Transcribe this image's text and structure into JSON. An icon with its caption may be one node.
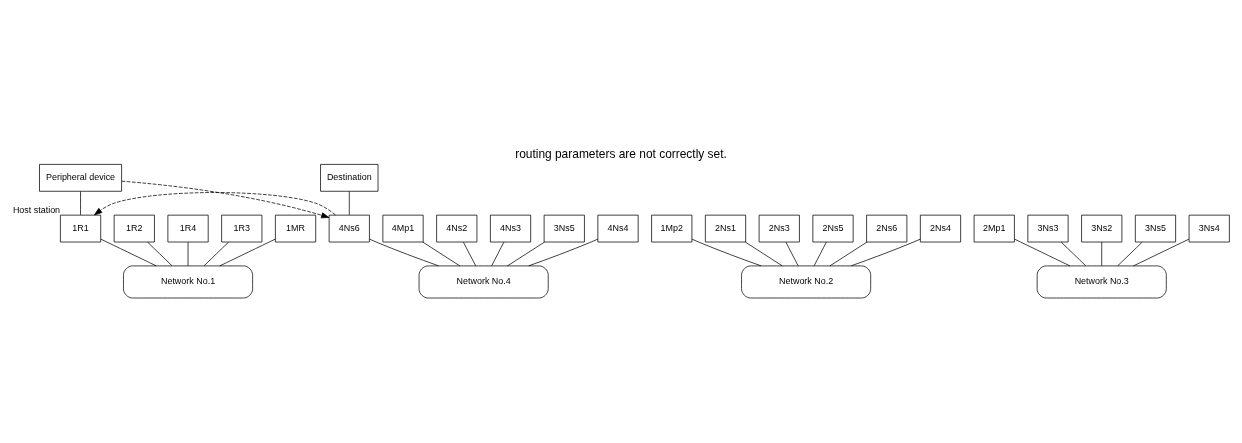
{
  "diagram": {
    "title": "routing parameters are not correctly set.",
    "nodes": [
      {
        "text": [
          "Peripheral device"
        ]
      },
      {
        "text": [
          "1R1"
        ],
        "beside": [
          "Host station"
        ]
      },
      {
        "text": [
          "1R2"
        ]
      },
      {
        "text": [
          "Network No.1"
        ]
      },
      {
        "text": [
          "1R4"
        ]
      },
      {
        "text": [
          "1R3"
        ]
      },
      {
        "text": [
          "1MR"
        ]
      },
      {
        "text": [
          "1Mp2"
        ]
      },
      {
        "text": [
          "2Ns1"
        ]
      },
      {
        "text": [
          "2Ns3"
        ]
      },
      {
        "text": [
          "Network No.2"
        ]
      },
      {
        "text": [
          "2Ns5"
        ]
      },
      {
        "text": [
          "2Mp1"
        ]
      },
      {
        "text": [
          "2Ns6"
        ]
      },
      {
        "text": [
          "2Ns4"
        ]
      },
      {
        "text": [
          "3Ns3"
        ]
      },
      {
        "text": [
          "4Mp1"
        ]
      },
      {
        "text": [
          "4Ns2"
        ]
      },
      {
        "text": [
          "4Ns3"
        ]
      },
      {
        "text": [
          "Network No.3"
        ]
      },
      {
        "text": [
          "3Ns2"
        ]
      },
      {
        "text": [
          "3Ns5"
        ]
      },
      {
        "text": [
          "Network No.4"
        ]
      },
      {
        "text": [
          "3Ns5"
        ]
      },
      {
        "text": [
          "3Ns4"
        ]
      },
      {
        "text": [
          "4Ns6"
        ]
      },
      {
        "text": [
          "4Ns4"
        ]
      },
      {
        "text": [
          "Destination"
        ]
      }
    ],
    "edges": [
      {
        "from": 0,
        "to": 1,
        "arrow": "none"
      },
      {
        "from": 1,
        "to": 3,
        "arrow": "none"
      },
      {
        "from": 2,
        "to": 3,
        "arrow": "none"
      },
      {
        "from": 4,
        "to": 3,
        "arrow": "none"
      },
      {
        "from": 5,
        "to": 3,
        "arrow": "none"
      },
      {
        "from": 6,
        "to": 3,
        "arrow": "none"
      },
      {
        "from": 7,
        "to": 10,
        "arrow": "none"
      },
      {
        "from": 8,
        "to": 10,
        "arrow": "none"
      },
      {
        "from": 9,
        "to": 10,
        "arrow": "none"
      },
      {
        "from": 13,
        "to": 10,
        "arrow": "none"
      },
      {
        "from": 14,
        "to": 10,
        "arrow": "none"
      },
      {
        "from": 11,
        "to": 10,
        "arrow": "none"
      },
      {
        "from": 12,
        "to": 19,
        "arrow": "none"
      },
      {
        "from": 15,
        "to": 19,
        "arrow": "none"
      },
      {
        "from": 23,
        "to": 19,
        "arrow": "none"
      },
      {
        "from": 24,
        "to": 19,
        "arrow": "none"
      },
      {
        "from": 20,
        "to": 19,
        "arrow": "none"
      },
      {
        "from": 21,
        "to": 22,
        "arrow": "none"
      },
      {
        "from": 16,
        "to": 22,
        "arrow": "none"
      },
      {
        "from": 17,
        "to": 22,
        "arrow": "none"
      },
      {
        "from": 18,
        "to": 22,
        "arrow": "none"
      },
      {
        "from": 25,
        "to": 22,
        "arrow": "none"
      },
      {
        "from": 26,
        "to": 22,
        "arrow": "none"
      },
      {
        "from": 27,
        "to": 25,
        "arrow": "none"
      },
      {
        "from": 0,
        "to": 25,
        "arrow": "to",
        "style": "dashed"
      },
      {
        "from": 25,
        "to": 1,
        "arrow": "to",
        "style": "dashed"
      }
    ]
  }
}
